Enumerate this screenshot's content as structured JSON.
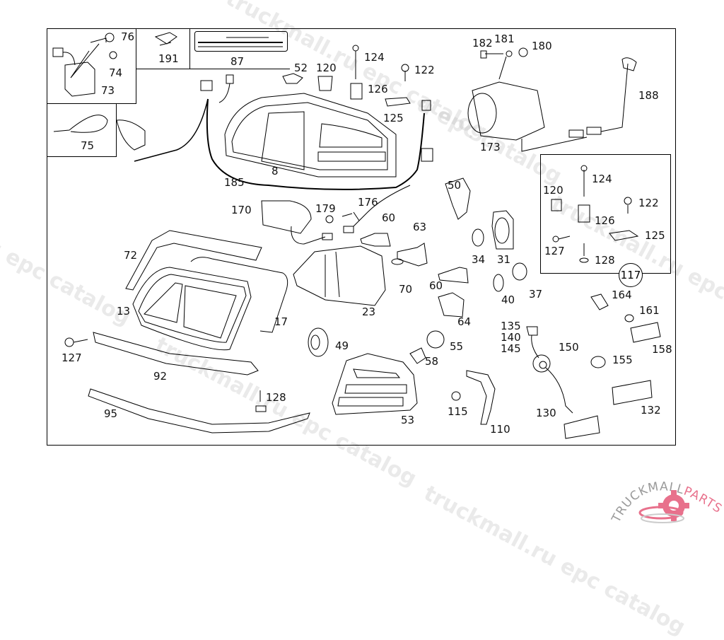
{
  "diagram": {
    "title": "Headlamp and lighting exploded parts diagram",
    "callouts": {
      "c76": "76",
      "c74": "74",
      "c73": "73",
      "c191": "191",
      "c87": "87",
      "c75": "75",
      "c52": "52",
      "c120a": "120",
      "c124a": "124",
      "c122a": "122",
      "c126a": "126",
      "c125a": "125",
      "c182": "182",
      "c181": "181",
      "c180": "180",
      "c188": "188",
      "c173": "173",
      "c8": "8",
      "c185": "185",
      "c170": "170",
      "c179": "179",
      "c176": "176",
      "c60a": "60",
      "c50": "50",
      "c63": "63",
      "c34": "34",
      "c31": "31",
      "c60b": "60",
      "c70": "70",
      "c40": "40",
      "c37": "37",
      "c64": "64",
      "c124b": "124",
      "c120b": "120",
      "c122b": "122",
      "c126b": "126",
      "c125b": "125",
      "c127b": "127",
      "c128b": "128",
      "c117": "117",
      "c72": "72",
      "c13": "13",
      "c17": "17",
      "c23": "23",
      "c164": "164",
      "c161": "161",
      "c158": "158",
      "c135": "135",
      "c140": "140",
      "c145": "145",
      "c150": "150",
      "c155": "155",
      "c127a": "127",
      "c92": "92",
      "c49": "49",
      "c55": "55",
      "c58": "58",
      "c128a": "128",
      "c95": "95",
      "c53": "53",
      "c115": "115",
      "c110": "110",
      "c130": "130",
      "c132": "132"
    }
  },
  "watermark": {
    "text_a": "truckmall.ru epc catalog",
    "text_b": "u epc catalog"
  },
  "logo": {
    "text_main": "TRUCKMALL",
    "text_accent": "PARTS",
    "accent_color": "#e8718c",
    "main_color": "#9a9a9a"
  }
}
